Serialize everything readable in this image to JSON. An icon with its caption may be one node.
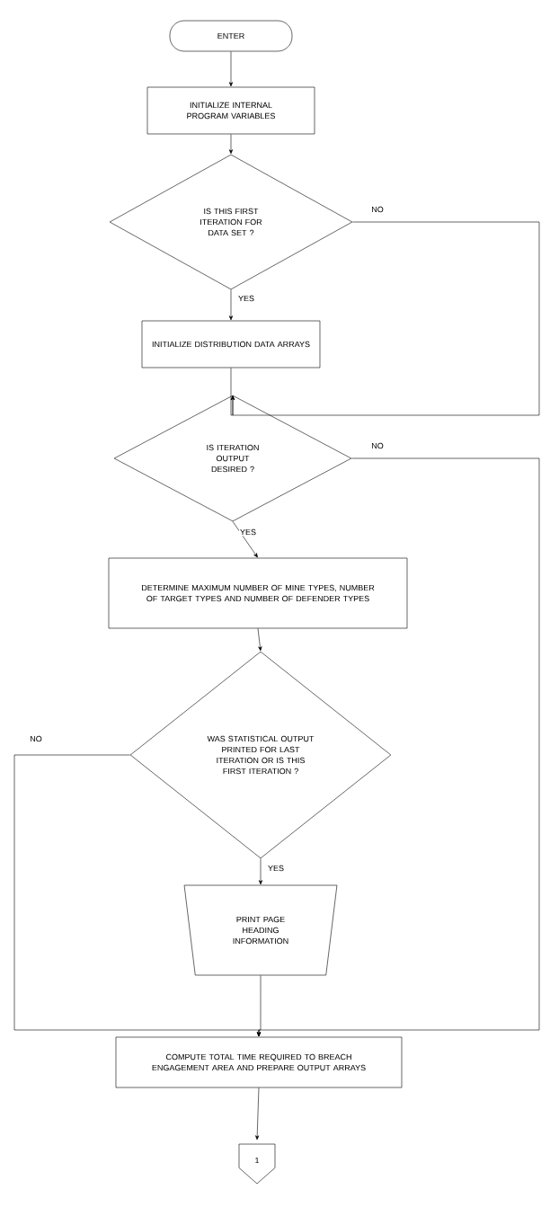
{
  "diagram": {
    "nodes": [
      {
        "text": [
          "ENTER"
        ]
      },
      {
        "text": [
          "INITIALIZE INTERNAL PROGRAM VARIABLES"
        ]
      },
      {
        "text": [
          "IS THIS FIRST ITERATION FOR DATA SET ?"
        ]
      },
      {
        "text": [
          "INITIALIZE DISTRIBUTION DATA ARRAYS"
        ]
      },
      {
        "text": [
          "IS ITERATION OUTPUT DESIRED ?"
        ]
      },
      {
        "text": [
          "DETERMINE MAXIMUM NUMBER OF MINE TYPES, NUMBER OF TARGET TYPES AND NUMBER OF DEFENDER TYPES"
        ]
      },
      {
        "text": [
          "WAS STATISTICAL OUTPUT PRINTED FOR LAST ITERATION OR IS THIS FIRST ITERATION ?"
        ]
      },
      {
        "text": [
          "PRINT PAGE HEADING INFORMATION"
        ]
      },
      {
        "text": [
          "COMPUTE TOTAL TIME REQUIRED TO BREACH ENGAGEMENT AREA AND PREPARE OUTPUT ARRAYS"
        ]
      },
      {
        "text": [
          "1"
        ]
      }
    ],
    "edges": [
      {
        "from": 0,
        "to": 1,
        "arrow": "to"
      },
      {
        "from": 1,
        "to": 2,
        "arrow": "to"
      },
      {
        "from": 2,
        "to": 3,
        "arrow": "to",
        "label": "YES"
      },
      {
        "from": 2,
        "to": 4,
        "arrow": "to",
        "label": "NO"
      },
      {
        "from": 3,
        "to": 4,
        "arrow": "to"
      },
      {
        "from": 4,
        "to": 5,
        "arrow": "to",
        "label": "YES"
      },
      {
        "from": 4,
        "to": 8,
        "arrow": "to",
        "label": "NO"
      },
      {
        "from": 5,
        "to": 6,
        "arrow": "to"
      },
      {
        "from": 6,
        "to": 7,
        "arrow": "to",
        "label": "YES"
      },
      {
        "from": 6,
        "to": 8,
        "arrow": "to",
        "label": "NO"
      },
      {
        "from": 7,
        "to": 8,
        "arrow": "to"
      },
      {
        "from": 8,
        "to": 9,
        "arrow": "to"
      }
    ]
  }
}
